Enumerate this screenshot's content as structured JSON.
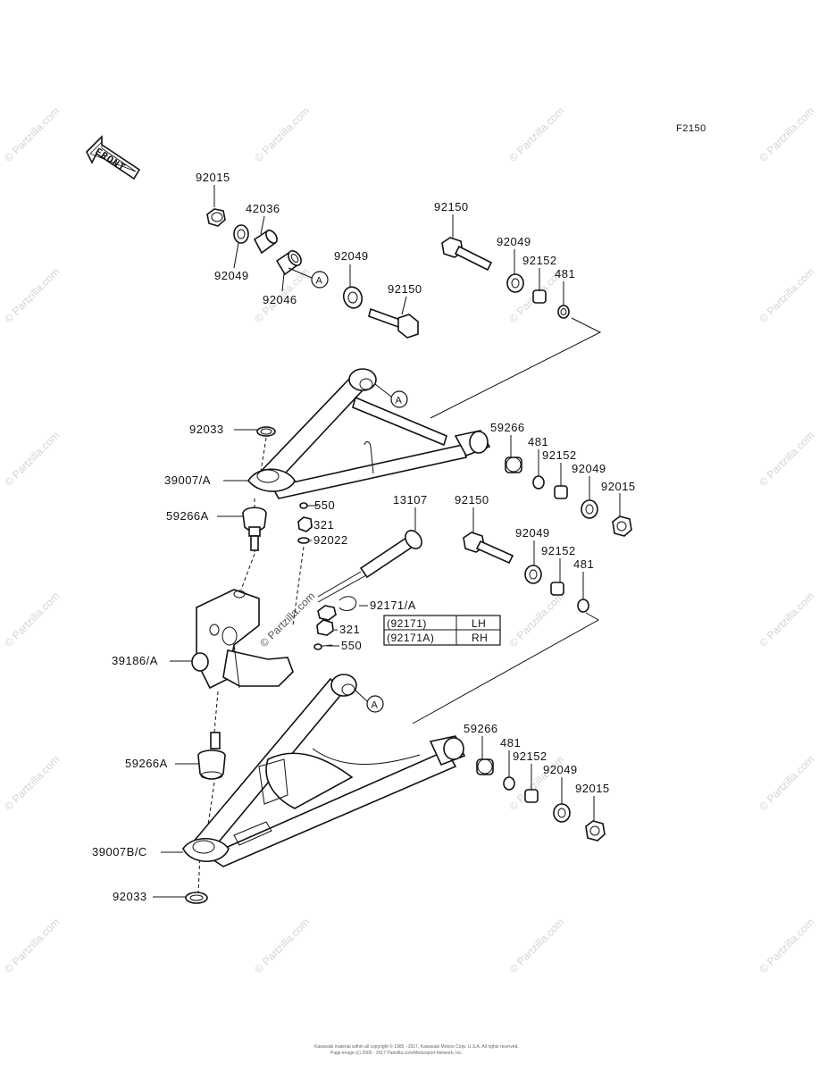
{
  "diagram_code": "F2150",
  "front_arrow_label": "FRONT",
  "callout_label": "A",
  "labels": {
    "p92015_top": "92015",
    "p42036": "42036",
    "p92049_a": "92049",
    "p92046": "92046",
    "p92049_b": "92049",
    "p92150_a": "92150",
    "p92150_b": "92150",
    "p92049_c": "92049",
    "p92152_a": "92152",
    "p481_a": "481",
    "p92033_top": "92033",
    "p39007A": "39007/A",
    "p59266_a": "59266",
    "p481_b": "481",
    "p92152_b": "92152",
    "p92049_d": "92049",
    "p92015_b": "92015",
    "p59266A_top": "59266A",
    "p550_a": "550",
    "p321_a": "321",
    "p92022": "92022",
    "p13107": "13107",
    "p92150_c": "92150",
    "p92049_e": "92049",
    "p92152_c": "92152",
    "p481_c": "481",
    "p92171A": "92171/A",
    "p321_b": "321",
    "p550_b": "550",
    "p39186A": "39186/A",
    "p59266_b": "59266",
    "p481_d": "481",
    "p92152_d": "92152",
    "p92049_f": "92049",
    "p92015_c": "92015",
    "p59266A_bottom": "59266A",
    "p39007BC": "39007B/C",
    "p92033_bottom": "92033"
  },
  "side_table": {
    "rows": [
      {
        "part": "(92171)",
        "side": "LH"
      },
      {
        "part": "(92171A)",
        "side": "RH"
      }
    ]
  },
  "watermark": "© Partzilla.com",
  "footer": {
    "line1": "Kawasaki material within all copyright © 1985 - 2017, Kawasaki Motors Corp. U.S.A. All rights reserved.",
    "line2": "Page image (c) 2005 - 2017 Partzilla.com/Motorsport-Network, Inc."
  }
}
